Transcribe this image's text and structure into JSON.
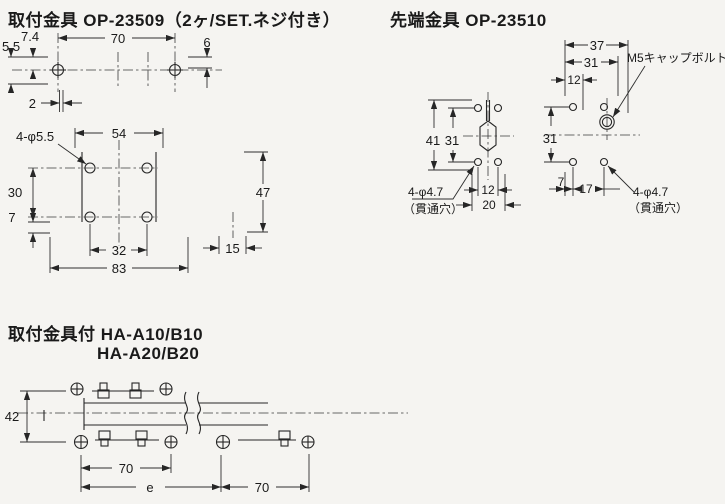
{
  "colors": {
    "background": "#f5f4f1",
    "line": "#262626",
    "text": "#1a1a1a"
  },
  "op23509": {
    "title": "取付金具 OP-23509（2ヶ/SET.ネジ付き）",
    "top_view": {
      "dim_55": "5.5",
      "dim_74": "7.4",
      "dim_70": "70",
      "dim_6": "6",
      "dim_2": "2"
    },
    "front_view": {
      "dim_54": "54",
      "hole_note": "4-φ5.5",
      "dim_30": "30",
      "dim_7": "7",
      "dim_32": "32",
      "dim_83": "83"
    },
    "side_view": {
      "dim_47": "47",
      "dim_15": "15"
    }
  },
  "op23510": {
    "title": "先端金具 OP-23510",
    "front_view": {
      "dim_41": "41",
      "dim_31": "31",
      "dim_12": "12",
      "dim_20": "20",
      "hole_note": "4-φ4.7",
      "hole_note2": "（貫通穴）"
    },
    "side_view": {
      "dim_37": "37",
      "dim_31_top": "31",
      "dim_12": "12",
      "bolt_note": "M5キャップボルト",
      "dim_31_left": "31",
      "dim_7": "7",
      "dim_17": "17",
      "hole_note": "4-φ4.7",
      "hole_note2": "（貫通穴）"
    }
  },
  "assembly": {
    "title_line1": "取付金具付 HA-A10/B10",
    "title_line2": "HA-A20/B20",
    "dim_42": "42",
    "dim_70_left": "70",
    "dim_e": "e",
    "dim_70_right": "70"
  }
}
